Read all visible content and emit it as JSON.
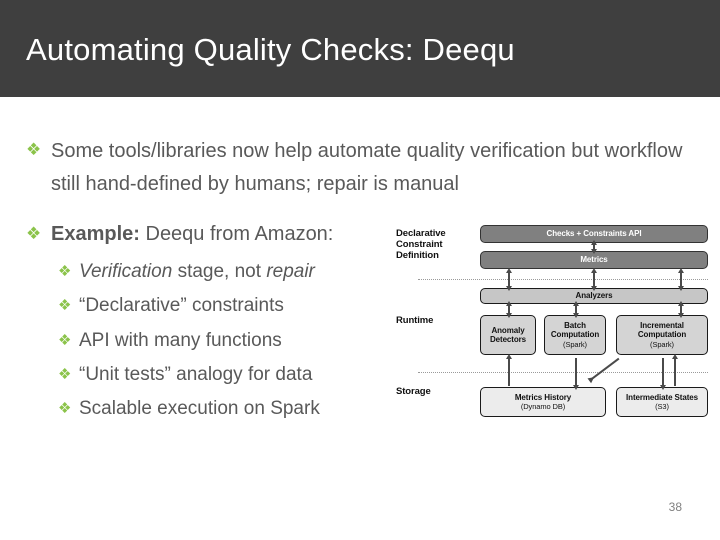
{
  "slide": {
    "title": "Automating Quality Checks: Deequ",
    "page_number": "38",
    "header_bg": "#3f3f3f",
    "title_color": "#ffffff",
    "body_color": "#595959",
    "bullet_color": "#8bc34a",
    "bullet_glyph": "❖"
  },
  "bullets": [
    {
      "id": "b1",
      "level": 1,
      "text_line1": "Some tools/libraries now help automate quality verification",
      "text_line2": "but workflow still hand-defined by humans; repair is manual"
    },
    {
      "id": "b2",
      "level": 1,
      "label_bold": "Example:",
      "text_rest": " Deequ from Amazon:"
    }
  ],
  "sub_bullets": [
    {
      "id": "s1",
      "italic_a": "Verification",
      "mid": " stage, not ",
      "italic_b": "repair"
    },
    {
      "id": "s2",
      "text": "“Declarative” constraints"
    },
    {
      "id": "s3",
      "text": "API with many functions"
    },
    {
      "id": "s4",
      "text": "“Unit tests” analogy for data"
    },
    {
      "id": "s5",
      "text": "Scalable execution on Spark"
    }
  ],
  "diagram": {
    "section_labels": [
      {
        "id": "lab-decl",
        "text": "Declarative Constraint Definition"
      },
      {
        "id": "lab-run",
        "text": "Runtime"
      },
      {
        "id": "lab-stor",
        "text": "Storage"
      }
    ],
    "boxes": [
      {
        "id": "bx-api",
        "title": "Checks + Constraints API",
        "sub": "",
        "shade": "dark"
      },
      {
        "id": "bx-met",
        "title": "Metrics",
        "sub": "",
        "shade": "dark"
      },
      {
        "id": "bx-ana",
        "title": "Analyzers",
        "sub": "",
        "shade": "mid"
      },
      {
        "id": "bx-anom",
        "title": "Anomaly Detectors",
        "sub": "",
        "shade": "lite"
      },
      {
        "id": "bx-batch",
        "title": "Batch Computation",
        "sub": "(Spark)",
        "shade": "lite"
      },
      {
        "id": "bx-inc",
        "title": "Incremental Computation",
        "sub": "(Spark)",
        "shade": "lite"
      },
      {
        "id": "bx-hist",
        "title": "Metrics History",
        "sub": "(Dynamo DB)",
        "shade": "pale"
      },
      {
        "id": "bx-inter",
        "title": "Intermediate States",
        "sub": "(S3)",
        "shade": "pale"
      }
    ]
  }
}
